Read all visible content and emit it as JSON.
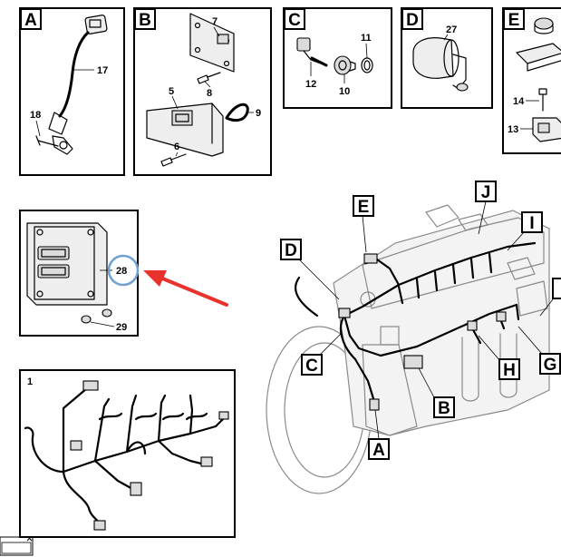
{
  "panels": {
    "A": {
      "letter": "A",
      "parts": [
        "17",
        "18"
      ]
    },
    "B": {
      "letter": "B",
      "parts": [
        "7",
        "8",
        "5",
        "9",
        "6"
      ]
    },
    "C": {
      "letter": "C",
      "parts": [
        "11",
        "12",
        "10"
      ]
    },
    "D": {
      "letter": "D",
      "parts": [
        "27"
      ]
    },
    "E": {
      "letter": "E",
      "parts": [
        "14",
        "13"
      ]
    },
    "ecu": {
      "parts": [
        "28",
        "29"
      ]
    },
    "harness": {
      "number": "1"
    }
  },
  "engine_callouts": [
    "E",
    "J",
    "I",
    "D",
    "C",
    "B",
    "A",
    "H",
    "G"
  ],
  "highlight": {
    "part": "28",
    "color": "#6fa1d2",
    "arrow_color": "#e8322b"
  }
}
